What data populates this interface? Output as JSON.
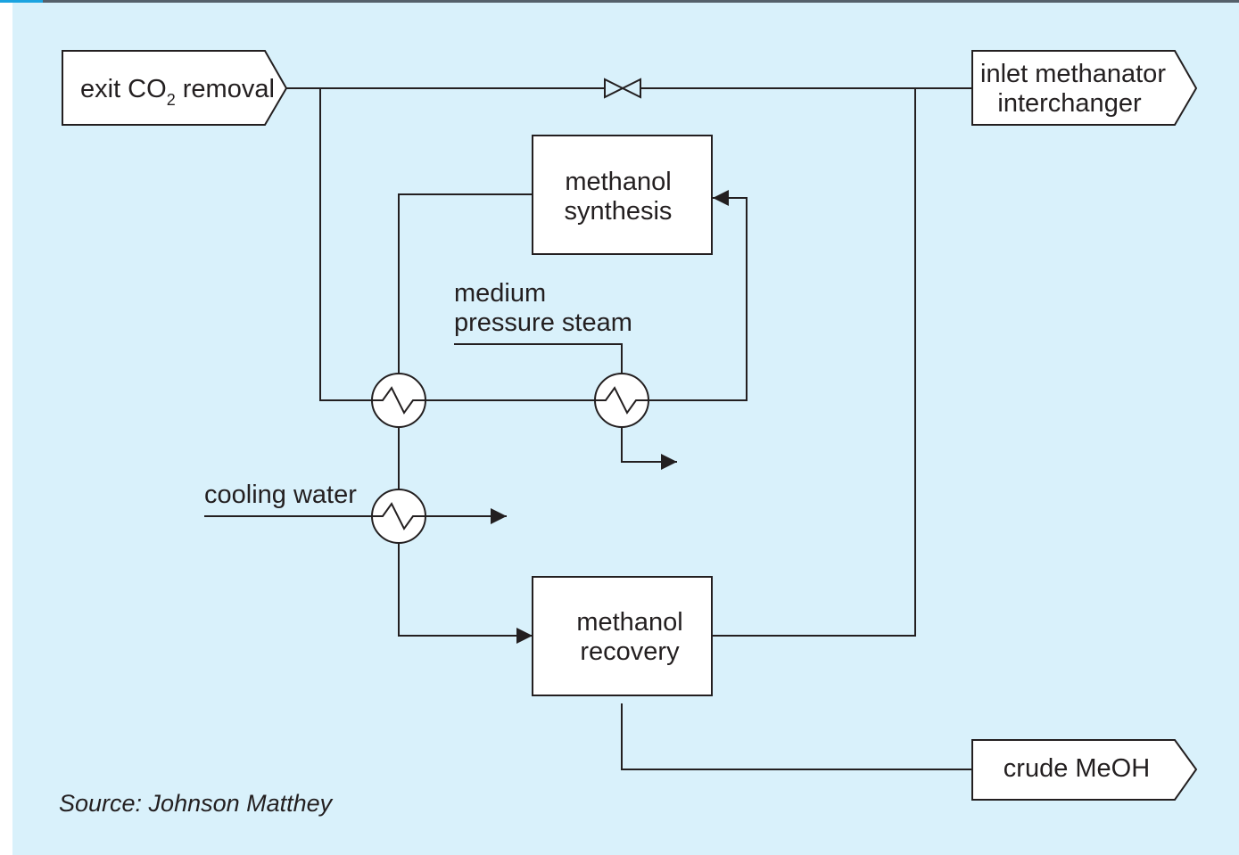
{
  "colors": {
    "background": "#d9f1fb",
    "line": "#231f20",
    "box_fill": "#ffffff",
    "top_bar": "#55606a",
    "accent": "#1aa3e0"
  },
  "terminals": {
    "exit_co2_removal": {
      "prefix": "exit CO",
      "subscript": "2",
      "suffix": " removal"
    },
    "inlet_methanator": {
      "line1": "inlet methanator",
      "line2": "interchanger"
    },
    "crude_meoh": {
      "label": "crude MeOH"
    }
  },
  "units": {
    "methanol_synthesis": {
      "line1": "methanol",
      "line2": "synthesis"
    },
    "methanol_recovery": {
      "line1": "methanol",
      "line2": "recovery"
    }
  },
  "streams": {
    "medium_pressure_steam": {
      "line1": "medium",
      "line2": "pressure steam"
    },
    "cooling_water": {
      "label": "cooling water"
    }
  },
  "icons": [
    "heat-exchanger-icon",
    "valve-icon",
    "arrow-icon"
  ],
  "source": "Source: Johnson Matthey"
}
